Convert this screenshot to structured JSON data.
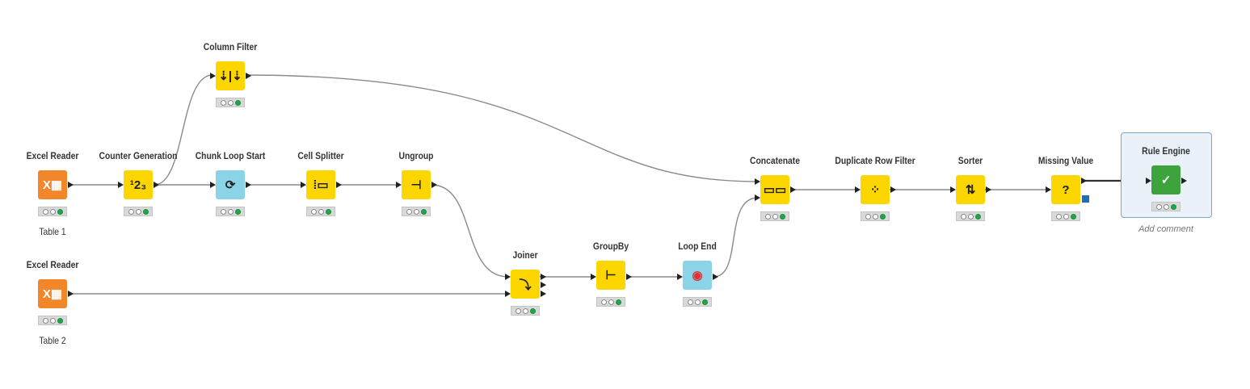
{
  "colors": {
    "manipulator": "#fdd600",
    "source": "#f1872a",
    "loop": "#8bd3e6",
    "other": "#3da33d",
    "status_green": "#1fa64a",
    "edge": "#888888",
    "selection_fill": "#eaf1f8",
    "selection_border": "#7ea6c6"
  },
  "nodes": {
    "column_filter": {
      "title": "Column Filter",
      "icon": "column-filter-icon",
      "glyph": "⇣|⇣"
    },
    "excel_reader_1": {
      "title": "Excel Reader",
      "icon": "excel-icon",
      "glyph": "X▦",
      "label": "Table 1"
    },
    "counter_generation": {
      "title": "Counter Generation",
      "icon": "counter-icon",
      "glyph": "¹2₃"
    },
    "chunk_loop_start": {
      "title": "Chunk Loop Start",
      "icon": "loop-start-icon",
      "glyph": "⟳"
    },
    "cell_splitter": {
      "title": "Cell Splitter",
      "icon": "cell-splitter-icon",
      "glyph": "⁞▭"
    },
    "ungroup": {
      "title": "Ungroup",
      "icon": "ungroup-icon",
      "glyph": "⊣"
    },
    "excel_reader_2": {
      "title": "Excel Reader",
      "icon": "excel-icon",
      "glyph": "X▦",
      "label": "Table 2"
    },
    "joiner": {
      "title": "Joiner",
      "icon": "joiner-icon",
      "glyph": "⤵"
    },
    "groupby": {
      "title": "GroupBy",
      "icon": "groupby-icon",
      "glyph": "⊢"
    },
    "loop_end": {
      "title": "Loop End",
      "icon": "loop-end-icon",
      "glyph": "◉"
    },
    "concatenate": {
      "title": "Concatenate",
      "icon": "concatenate-icon",
      "glyph": "▭▭"
    },
    "duplicate_row_filter": {
      "title": "Duplicate Row Filter",
      "icon": "duplicate-filter-icon",
      "glyph": "⁘"
    },
    "sorter": {
      "title": "Sorter",
      "icon": "sorter-icon",
      "glyph": "⇅"
    },
    "missing_value": {
      "title": "Missing Value",
      "icon": "question-icon",
      "glyph": "?"
    },
    "rule_engine": {
      "title": "Rule Engine",
      "icon": "rule-engine-icon",
      "glyph": "✓"
    }
  },
  "rule_engine_comment": "Add comment"
}
